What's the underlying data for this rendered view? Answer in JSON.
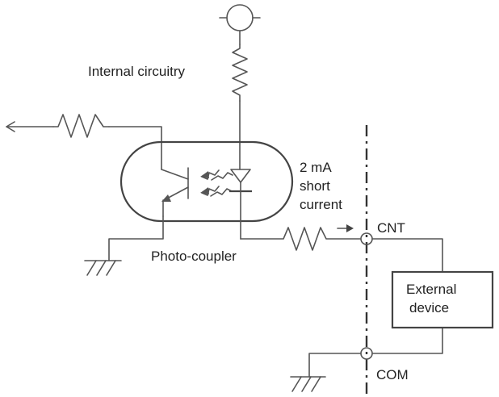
{
  "labels": {
    "internal_circuitry": "Internal circuitry",
    "short_current_1": "2 mA",
    "short_current_2": "short",
    "short_current_3": "current",
    "photo_coupler": "Photo-coupler",
    "cnt": "CNT",
    "com": "COM",
    "external_1": "External",
    "external_2": "device"
  }
}
